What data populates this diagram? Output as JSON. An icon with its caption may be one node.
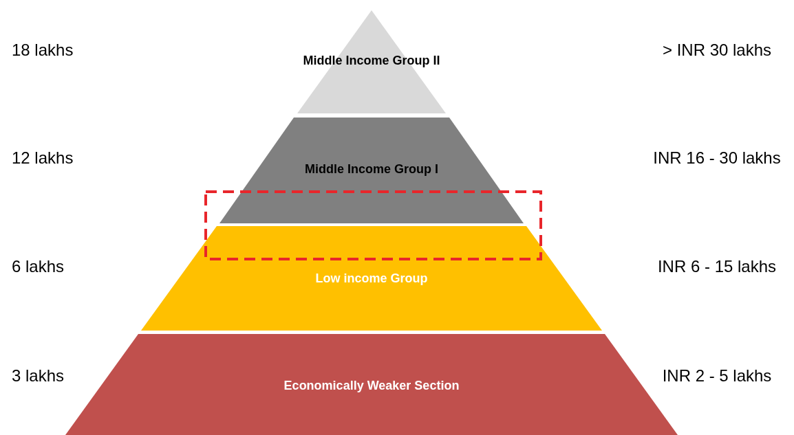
{
  "diagram": {
    "nodes": [
      {
        "text": [
          "Middle Income Group II"
        ]
      },
      {
        "text": [
          "Middle Income Group I"
        ]
      },
      {
        "text": [
          "Low income Group"
        ]
      },
      {
        "text": [
          "Economically Weaker Section"
        ]
      }
    ],
    "labels": [
      "18 lakhs",
      "> INR 30 lakhs",
      "12 lakhs",
      "INR 16 - 30 lakhs",
      "6 lakhs",
      "INR 6 - 15 lakhs",
      "3 lakhs",
      "INR 2 - 5 lakhs"
    ]
  }
}
